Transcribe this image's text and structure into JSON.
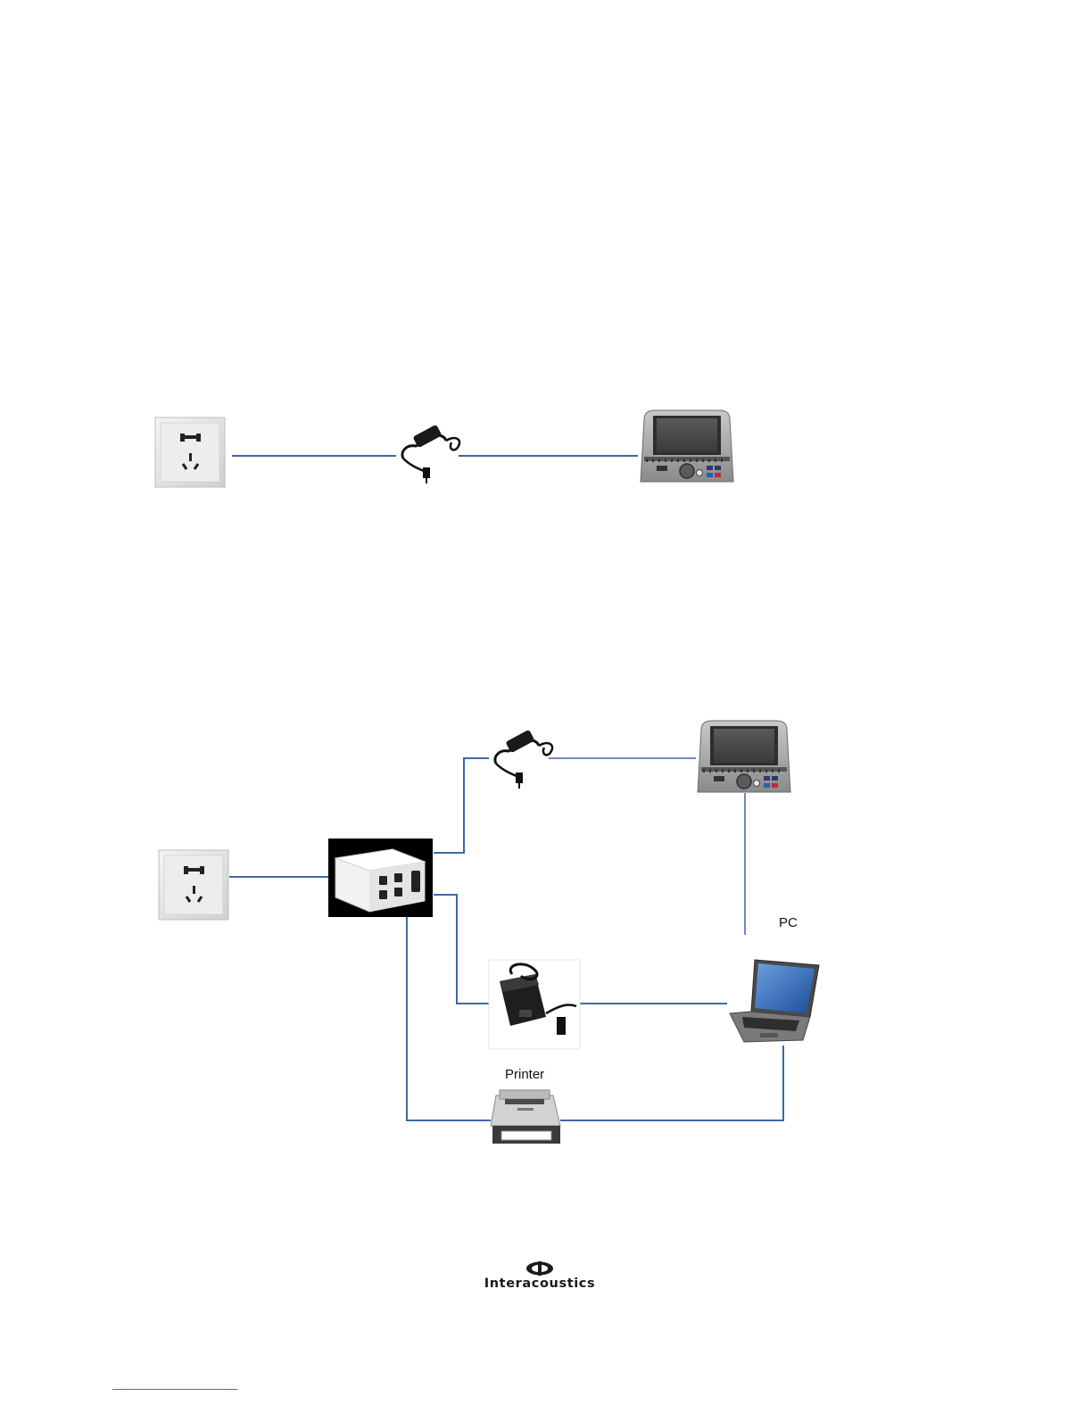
{
  "diagram_top": {
    "nodes": [
      "wall-socket",
      "power-adapter",
      "audiometer"
    ]
  },
  "diagram_bottom": {
    "nodes": [
      "wall-socket",
      "isolation-transformer",
      "power-adapter",
      "audiometer",
      "laptop-power-supply",
      "laptop",
      "printer"
    ],
    "labels": {
      "pc": "PC",
      "printer": "Printer"
    }
  },
  "footer": {
    "logo_text": "Interacoustics"
  },
  "colors": {
    "wire": "#3f67a8",
    "footer_rule": "#3f6fc0"
  },
  "icons": [
    "wall-socket-icon",
    "power-adapter-icon",
    "audiometer-icon",
    "isolation-transformer-icon",
    "power-supply-icon",
    "laptop-icon",
    "printer-icon",
    "interacoustics-logo-icon"
  ]
}
